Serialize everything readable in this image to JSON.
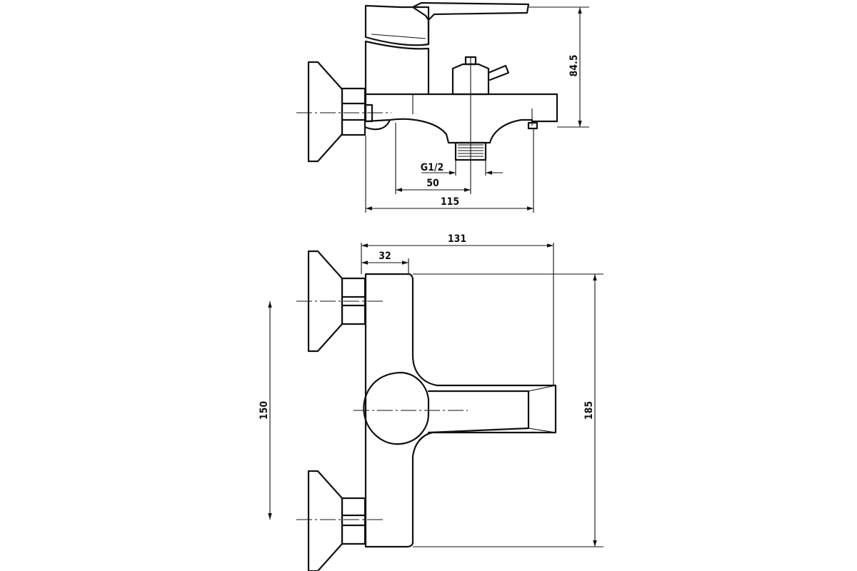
{
  "diagram": {
    "top_view": {
      "dims": {
        "height": "84.5",
        "thread": "G1/2",
        "spout_offset": "50",
        "depth": "115"
      }
    },
    "front_view": {
      "dims": {
        "width": "131",
        "handle_offset": "32",
        "inlet_spacing": "150",
        "height": "185"
      }
    }
  }
}
